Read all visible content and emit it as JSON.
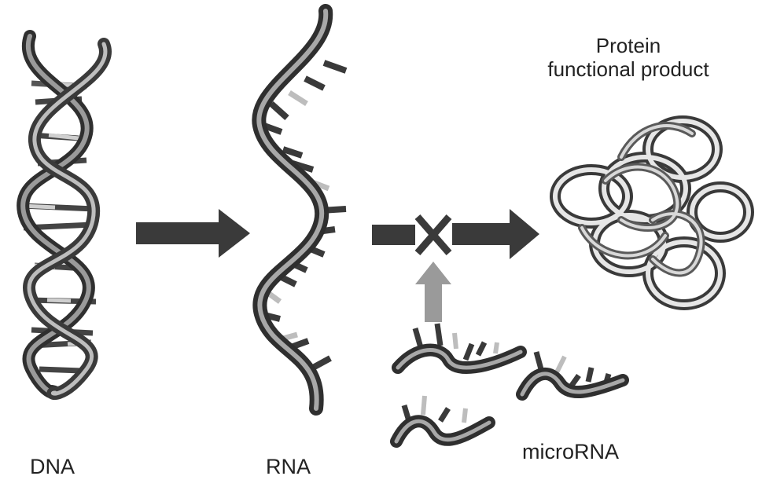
{
  "labels": {
    "dna": "DNA",
    "rna": "RNA",
    "microrna": "microRNA",
    "protein_line1": "Protein",
    "protein_line2": "functional product"
  },
  "colors": {
    "strand_dark": "#3f3f3f",
    "strand_mid": "#6e6e6e",
    "strand_light": "#c8c8c8",
    "arrow_dark": "#3a3a3a",
    "arrow_inhibit": "#9a9a9a",
    "text": "#222222"
  }
}
